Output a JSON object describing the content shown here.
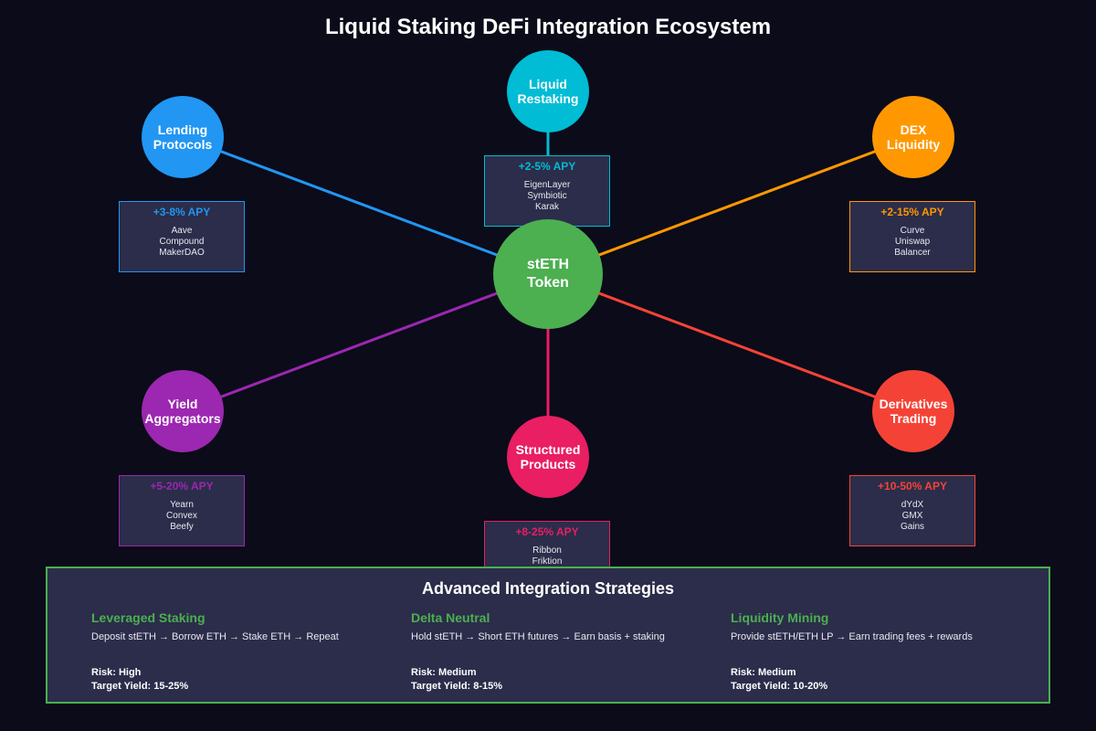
{
  "title": "Liquid Staking DeFi Integration Ecosystem",
  "center": {
    "label": "stETH\nToken",
    "color": "#4caf50"
  },
  "nodes": [
    {
      "id": "lending",
      "label": "Lending\nProtocols",
      "color": "#2196f3",
      "apy": "+3-8% APY",
      "protocols": [
        "Aave",
        "Compound",
        "MakerDAO"
      ]
    },
    {
      "id": "restaking",
      "label": "Liquid\nRestaking",
      "color": "#00bcd4",
      "apy": "+2-5% APY",
      "protocols": [
        "EigenLayer",
        "Symbiotic",
        "Karak"
      ]
    },
    {
      "id": "dex",
      "label": "DEX\nLiquidity",
      "color": "#ff9800",
      "apy": "+2-15% APY",
      "protocols": [
        "Curve",
        "Uniswap",
        "Balancer"
      ]
    },
    {
      "id": "yield",
      "label": "Yield\nAggregators",
      "color": "#9c27b0",
      "apy": "+5-20% APY",
      "protocols": [
        "Yearn",
        "Convex",
        "Beefy"
      ]
    },
    {
      "id": "structured",
      "label": "Structured\nProducts",
      "color": "#e91e63",
      "apy": "+8-25% APY",
      "protocols": [
        "Ribbon",
        "Friktion"
      ]
    },
    {
      "id": "derivatives",
      "label": "Derivatives\nTrading",
      "color": "#f44336",
      "apy": "+10-50% APY",
      "protocols": [
        "dYdX",
        "GMX",
        "Gains"
      ]
    }
  ],
  "strategies": {
    "title": "Advanced Integration Strategies",
    "border_color": "#4caf50",
    "items": [
      {
        "name": "Leveraged Staking",
        "flow": "Deposit stETH → Borrow ETH → Stake ETH → Repeat",
        "risk": "Risk: High",
        "target_yield": "Target Yield: 15-25%"
      },
      {
        "name": "Delta Neutral",
        "flow": "Hold stETH → Short ETH futures → Earn basis + staking",
        "risk": "Risk: Medium",
        "target_yield": "Target Yield: 8-15%"
      },
      {
        "name": "Liquidity Mining",
        "flow": "Provide stETH/ETH LP → Earn trading fees + rewards",
        "risk": "Risk: Medium",
        "target_yield": "Target Yield: 10-20%"
      }
    ]
  }
}
